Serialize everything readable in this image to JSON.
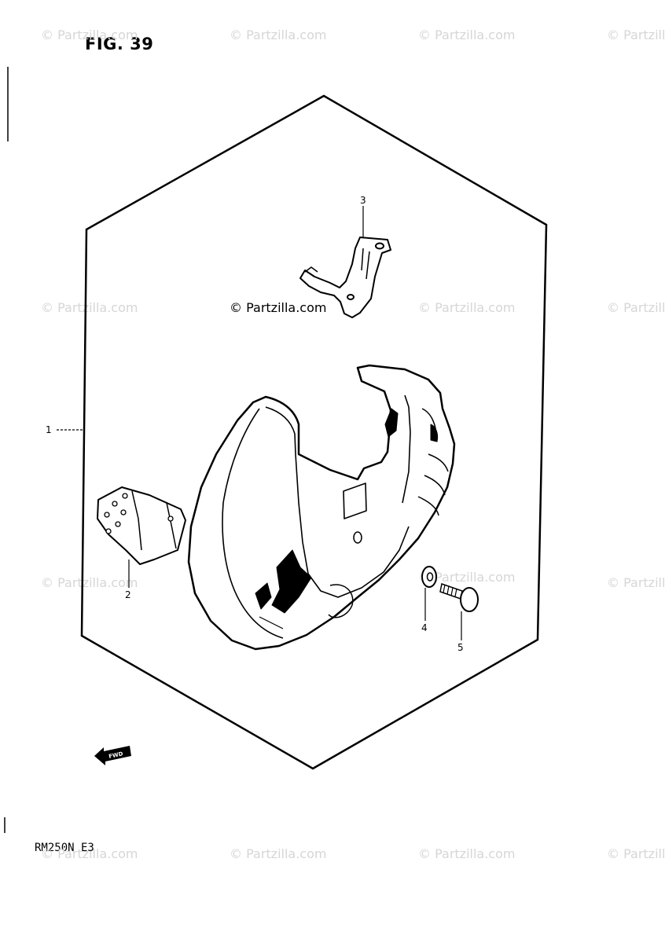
{
  "figure": {
    "title": "FIG. 39",
    "model_code": "RM250N E3"
  },
  "watermark": {
    "text": "© Partzilla.com"
  },
  "fwd_label": "FWD",
  "callouts": [
    "1",
    "2",
    "3",
    "4",
    "5"
  ]
}
